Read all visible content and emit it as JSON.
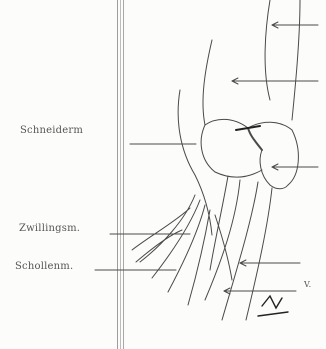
{
  "labels": {
    "muscle_1": "Schneiderm",
    "muscle_2": "Zwillingsm.",
    "muscle_3": "Schollenm."
  },
  "fragment_mark": "V.",
  "colors": {
    "ink": "#4a4a4a",
    "gutter": "#9d9d9d",
    "paper": "#fcfcfb"
  }
}
